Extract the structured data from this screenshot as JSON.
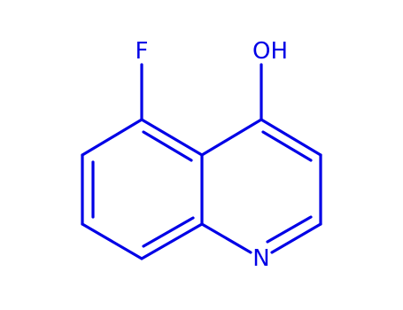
{
  "colors": {
    "molecule": "#0000e6",
    "background": "#ffffff"
  },
  "atoms": {
    "fluorine": "F",
    "hydroxyl": "OH",
    "nitrogen": "N"
  }
}
